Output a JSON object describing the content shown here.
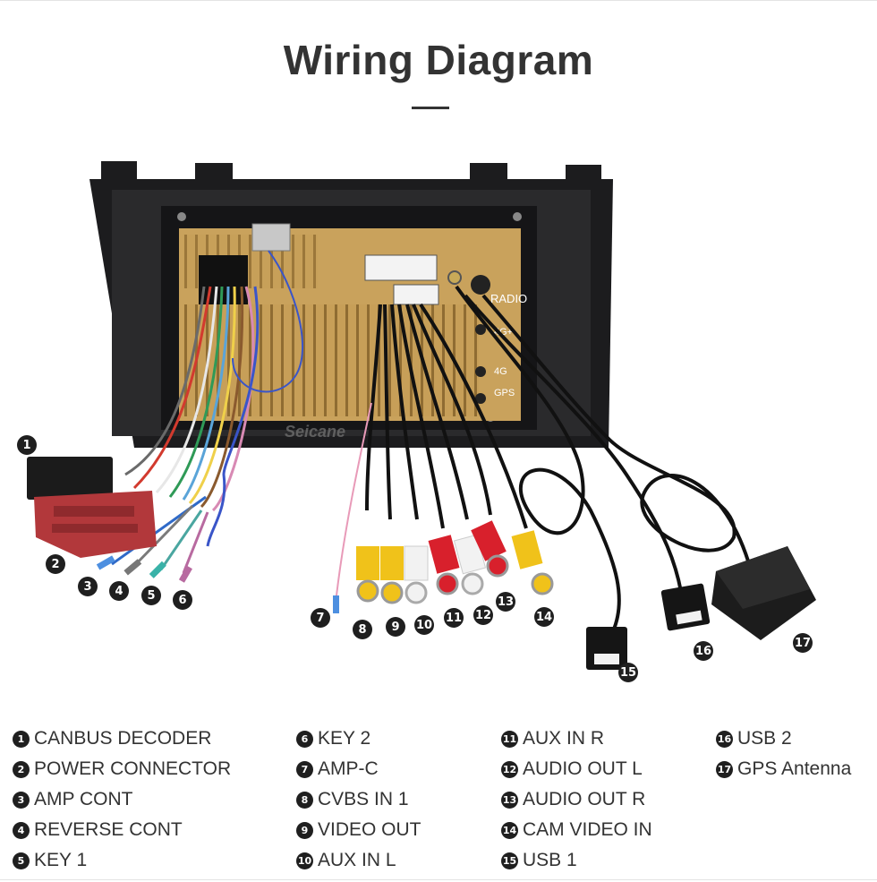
{
  "title": "Wiring Diagram",
  "watermark": "Seicane",
  "ports": {
    "radio": "RADIO",
    "fourg_plus": "4G+",
    "fourg": "4G",
    "gps": "GPS"
  },
  "callouts": [
    "1",
    "2",
    "3",
    "4",
    "5",
    "6",
    "7",
    "8",
    "9",
    "10",
    "11",
    "12",
    "13",
    "14",
    "15",
    "16",
    "17"
  ],
  "legend": [
    [
      {
        "num": "1",
        "label": "CANBUS DECODER"
      },
      {
        "num": "2",
        "label": "POWER CONNECTOR"
      },
      {
        "num": "3",
        "label": "AMP CONT"
      },
      {
        "num": "4",
        "label": "REVERSE CONT"
      },
      {
        "num": "5",
        "label": "KEY 1"
      }
    ],
    [
      {
        "num": "6",
        "label": "KEY 2"
      },
      {
        "num": "7",
        "label": "AMP-C"
      },
      {
        "num": "8",
        "label": "CVBS IN 1"
      },
      {
        "num": "9",
        "label": "VIDEO OUT"
      },
      {
        "num": "10",
        "label": "AUX IN L"
      }
    ],
    [
      {
        "num": "11",
        "label": "AUX IN R"
      },
      {
        "num": "12",
        "label": "AUDIO OUT L"
      },
      {
        "num": "13",
        "label": "AUDIO OUT R"
      },
      {
        "num": "14",
        "label": "CAM VIDEO IN"
      },
      {
        "num": "15",
        "label": "USB 1"
      }
    ],
    [
      {
        "num": "16",
        "label": "USB 2"
      },
      {
        "num": "17",
        "label": "GPS Antenna"
      }
    ]
  ],
  "colors": {
    "frame": "#1c1c1e",
    "board": "#c9a25c",
    "rca_yellow": "#f0c21a",
    "rca_white": "#f2f2f2",
    "rca_red": "#d8202c",
    "power_connector": "#b2383b",
    "badge": "#1f1f1f"
  }
}
